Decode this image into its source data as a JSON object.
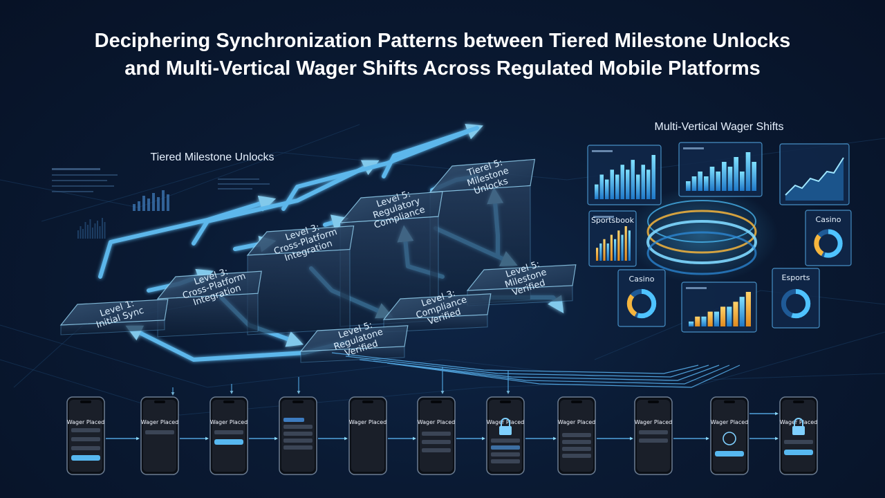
{
  "title": {
    "line1": "Deciphering Synchronization Patterns between Tiered Milestone Unlocks",
    "line2": "and Multi-Vertical Wager Shifts Across Regulated Mobile Platforms"
  },
  "sections": {
    "milestones": "Tiered Milestone Unlocks",
    "wagers": "Multi-Vertical Wager Shifts"
  },
  "milestones": [
    {
      "id": "m1",
      "lines": [
        "Level 1:",
        "Initial Sync"
      ]
    },
    {
      "id": "m2",
      "lines": [
        "Level 3:",
        "Cross-Platform",
        "Integration"
      ]
    },
    {
      "id": "m3",
      "lines": [
        "Level 3:",
        "Cross-Platform",
        "Integration"
      ]
    },
    {
      "id": "m4",
      "lines": [
        "Level 5:",
        "Regulatory",
        "Compliance"
      ]
    },
    {
      "id": "m5",
      "lines": [
        "Tierel 5:",
        "Milestone",
        "Unlocks"
      ]
    },
    {
      "id": "m6",
      "lines": [
        "Level 5:",
        "Regulatone",
        "Verified"
      ]
    },
    {
      "id": "m7",
      "lines": [
        "Level 3:",
        "Compliance",
        "Verified"
      ]
    },
    {
      "id": "m8",
      "lines": [
        "Level 5:",
        "Milestone",
        "Verified"
      ]
    }
  ],
  "verticals": {
    "sportsbook": "Sportsbook",
    "casino_right": "Casino",
    "casino_left": "Casino",
    "esports": "Esports"
  },
  "phones": [
    {
      "id": "p1",
      "title": "Wager Placed"
    },
    {
      "id": "p2",
      "title": "Wager Placed"
    },
    {
      "id": "p3",
      "title": "Wager Placed"
    },
    {
      "id": "p4",
      "title": ""
    },
    {
      "id": "p5",
      "title": "Wager Placed"
    },
    {
      "id": "p6",
      "title": "Wager Placed"
    },
    {
      "id": "p7",
      "title": "Wager Placed"
    },
    {
      "id": "p8",
      "title": "Wager Placed"
    },
    {
      "id": "p9",
      "title": "Wager Placed"
    },
    {
      "id": "p10",
      "title": "Wager Placed"
    },
    {
      "id": "p11",
      "title": "Wager Placed"
    }
  ],
  "chart_panels": [
    {
      "id": "top-left",
      "values": [
        3,
        5,
        4,
        6,
        5,
        7,
        6,
        8,
        5,
        7,
        6,
        9
      ]
    },
    {
      "id": "top-mid",
      "values": [
        2,
        3,
        4,
        3,
        5,
        4,
        6,
        5,
        7,
        4,
        8,
        6
      ]
    },
    {
      "id": "sportsbook",
      "values": [
        3,
        4,
        5,
        4,
        6,
        5,
        7,
        6,
        8,
        7
      ]
    },
    {
      "id": "bottom-center",
      "values": [
        1,
        2,
        2,
        3,
        3,
        4,
        4,
        5,
        6,
        7
      ]
    }
  ],
  "colors": {
    "accent": "#4fc3ff",
    "glow": "#7fd8ff",
    "gold": "#f5b53d",
    "background": "#0a1a33"
  }
}
